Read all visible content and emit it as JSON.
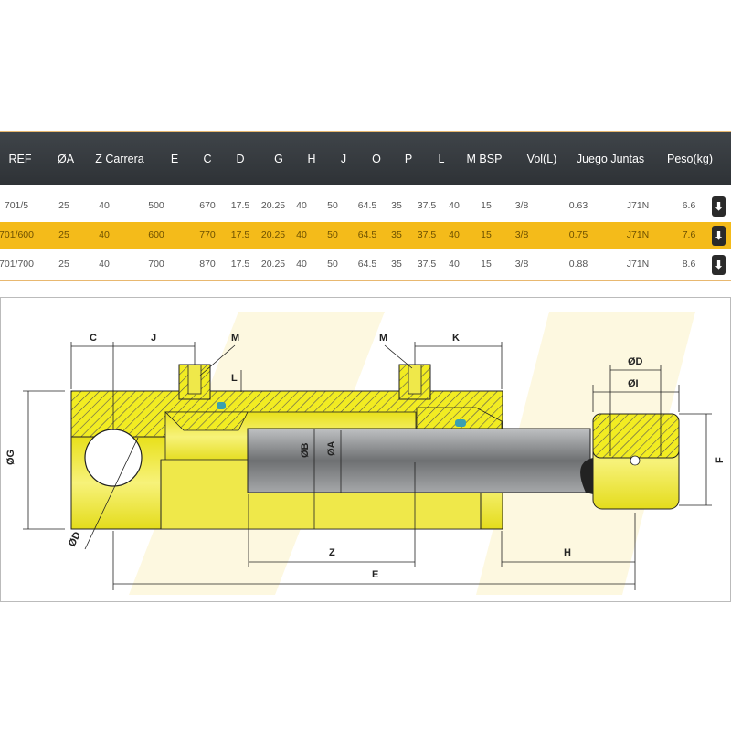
{
  "table": {
    "headers": [
      "REF",
      "ØA",
      "Z Carrera",
      "E",
      "C",
      "D",
      "G",
      "H",
      "J",
      "O",
      "P",
      "L",
      "M BSP",
      "Vol(L)",
      "Juego Juntas",
      "Peso(kg)"
    ],
    "rows": [
      {
        "cells": [
          "701/5",
          "25",
          "40",
          "500",
          "670",
          "17.5",
          "20.25",
          "40",
          "50",
          "64.5",
          "35",
          "37.5",
          "40",
          "15",
          "3/8",
          "0.63",
          "J71N",
          "6.6"
        ],
        "highlighted": false
      },
      {
        "cells": [
          "701/600",
          "25",
          "40",
          "600",
          "770",
          "17.5",
          "20.25",
          "40",
          "50",
          "64.5",
          "35",
          "37.5",
          "40",
          "15",
          "3/8",
          "0.75",
          "J71N",
          "7.6"
        ],
        "highlighted": true
      },
      {
        "cells": [
          "701/700",
          "25",
          "40",
          "700",
          "870",
          "17.5",
          "20.25",
          "40",
          "50",
          "64.5",
          "35",
          "37.5",
          "40",
          "15",
          "3/8",
          "0.88",
          "J71N",
          "8.6"
        ],
        "highlighted": false
      }
    ],
    "download_icon": "download-arrow-icon",
    "colors": {
      "header_bg": "#3a3f44",
      "highlight": "#f4bb1a",
      "border": "#e8b870"
    }
  },
  "drawing": {
    "labels": {
      "C": "C",
      "J": "J",
      "M_left": "M",
      "M_right": "M",
      "K": "K",
      "I": "ØI",
      "D_top": "ØD",
      "L": "L",
      "G": "ØG",
      "B": "ØB",
      "A": "ØA",
      "F": "F",
      "D_side": "ØD",
      "Z": "Z",
      "H": "H",
      "E": "E"
    },
    "colors": {
      "body": "#f2ec22",
      "rod": "#8a8c8e",
      "hatch": "#555555"
    }
  }
}
